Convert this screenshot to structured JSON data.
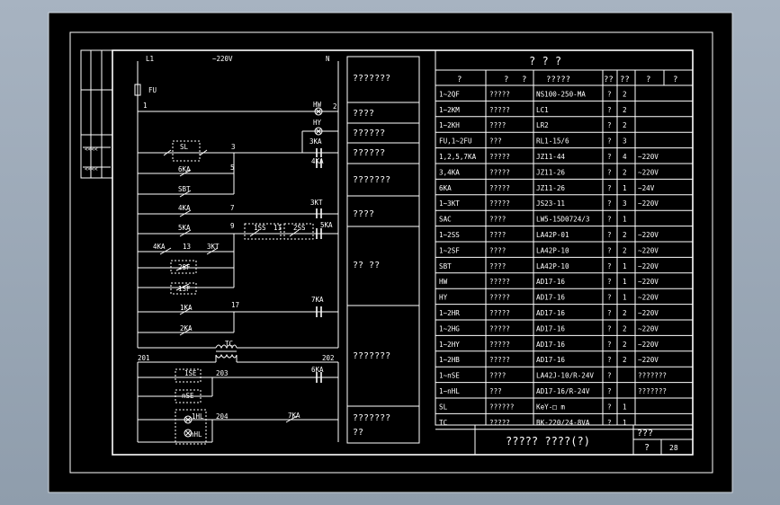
{
  "schematic": {
    "supply_left": "L1",
    "supply_voltage": "~220V",
    "supply_right": "N",
    "left_wire_label": "1",
    "fuse_label": "FU",
    "labels": [
      {
        "key": "hw",
        "text": "HW"
      },
      {
        "key": "n2",
        "text": "2"
      },
      {
        "key": "hy",
        "text": "HY"
      },
      {
        "key": "ka3_coil",
        "text": "3KA"
      },
      {
        "key": "sl",
        "text": "SL"
      },
      {
        "key": "n3",
        "text": "3"
      },
      {
        "key": "ka4_coil",
        "text": "4KA"
      },
      {
        "key": "ka6",
        "text": "6KA"
      },
      {
        "key": "n5",
        "text": "5"
      },
      {
        "key": "sbt",
        "text": "SBT"
      },
      {
        "key": "kt3_coil",
        "text": "3KT"
      },
      {
        "key": "ka4",
        "text": "4KA"
      },
      {
        "key": "n7",
        "text": "7"
      },
      {
        "key": "n9",
        "text": "9"
      },
      {
        "key": "ss1",
        "text": "1SS"
      },
      {
        "key": "n11",
        "text": "11"
      },
      {
        "key": "ss2",
        "text": "2SS"
      },
      {
        "key": "ka5_coil",
        "text": "5KA"
      },
      {
        "key": "ka5",
        "text": "5KA"
      },
      {
        "key": "ka4b",
        "text": "4KA"
      },
      {
        "key": "n13",
        "text": "13"
      },
      {
        "key": "kt3",
        "text": "3KT"
      },
      {
        "key": "sf2",
        "text": "2SF"
      },
      {
        "key": "sf1",
        "text": "1SF"
      },
      {
        "key": "ka1",
        "text": "1KA"
      },
      {
        "key": "n17",
        "text": "17"
      },
      {
        "key": "ka7_coil",
        "text": "7KA"
      },
      {
        "key": "ka2",
        "text": "2KA"
      },
      {
        "key": "tc",
        "text": "TC"
      },
      {
        "key": "n201",
        "text": "201"
      },
      {
        "key": "n202",
        "text": "202"
      },
      {
        "key": "se1",
        "text": "1SE"
      },
      {
        "key": "n203",
        "text": "203"
      },
      {
        "key": "ka6_coil",
        "text": "6KA"
      },
      {
        "key": "sen",
        "text": "nSE"
      },
      {
        "key": "hl1",
        "text": "1HL"
      },
      {
        "key": "n204",
        "text": "204"
      },
      {
        "key": "ka7",
        "text": "7KA"
      },
      {
        "key": "hln",
        "text": "nHL"
      }
    ]
  },
  "functions": [
    {
      "key": "f1",
      "text": "???????"
    },
    {
      "key": "f2",
      "text": "????"
    },
    {
      "key": "f3",
      "text": "??????"
    },
    {
      "key": "f4",
      "text": "??????"
    },
    {
      "key": "f5",
      "text": "???????"
    },
    {
      "key": "f6",
      "text": "????"
    },
    {
      "key": "f7",
      "text": "?? ??"
    },
    {
      "key": "f8",
      "text": "???????"
    },
    {
      "key": "f9",
      "text": "???????"
    },
    {
      "key": "f9b",
      "text": "??"
    }
  ],
  "parts_table": {
    "title": "?     ?     ?",
    "headers": [
      "?",
      "?",
      "?",
      "?????",
      "??",
      "??",
      "?",
      "?"
    ],
    "rows": [
      [
        "1~2QF",
        "?????",
        "NS100-250-MA",
        "?",
        "2",
        ""
      ],
      [
        "1~2KM",
        "?????",
        "LC1",
        "?",
        "2",
        ""
      ],
      [
        "1~2KH",
        "????",
        "LR2",
        "?",
        "2",
        ""
      ],
      [
        "FU,1~2FU",
        "???",
        "RL1-15/6",
        "?",
        "3",
        ""
      ],
      [
        "1,2,5,7KA",
        "?????",
        "JZ11-44",
        "?",
        "4",
        "~220V"
      ],
      [
        "3,4KA",
        "?????",
        "JZ11-26",
        "?",
        "2",
        "~220V"
      ],
      [
        "6KA",
        "?????",
        "JZ11-26",
        "?",
        "1",
        "~24V"
      ],
      [
        "1~3KT",
        "?????",
        "JS23-11",
        "?",
        "3",
        "~220V"
      ],
      [
        "SAC",
        "????",
        "LW5-15D0724/3",
        "?",
        "1",
        ""
      ],
      [
        "1~2SS",
        "????",
        "LA42P-01",
        "?",
        "2",
        "~220V"
      ],
      [
        "1~2SF",
        "????",
        "LA42P-10",
        "?",
        "2",
        "~220V"
      ],
      [
        "SBT",
        "????",
        "LA42P-10",
        "?",
        "1",
        "~220V"
      ],
      [
        "HW",
        "?????",
        "AD17-16",
        "?",
        "1",
        "~220V"
      ],
      [
        "HY",
        "?????",
        "AD17-16",
        "?",
        "1",
        "~220V"
      ],
      [
        "1~2HR",
        "?????",
        "AD17-16",
        "?",
        "2",
        "~220V"
      ],
      [
        "1~2HG",
        "?????",
        "AD17-16",
        "?",
        "2",
        "~220V"
      ],
      [
        "1~2HY",
        "?????",
        "AD17-16",
        "?",
        "2",
        "~220V"
      ],
      [
        "1~2HB",
        "?????",
        "AD17-16",
        "?",
        "2",
        "~220V"
      ],
      [
        "1~nSE",
        "????",
        "LA42J-10/R-24V",
        "?",
        "",
        "???????"
      ],
      [
        "1~nHL",
        "???",
        "AD17-16/R-24V",
        "?",
        "",
        "???????"
      ],
      [
        "SL",
        "??????",
        "KeY-□  m",
        "?",
        "1",
        ""
      ],
      [
        "TC",
        "?????",
        "BK-220/24-8VA",
        "?",
        "1",
        ""
      ]
    ]
  },
  "title_block": {
    "name": "?????  ????(?)",
    "code_top": "???",
    "code_bottom": "?",
    "sheet": "28"
  }
}
